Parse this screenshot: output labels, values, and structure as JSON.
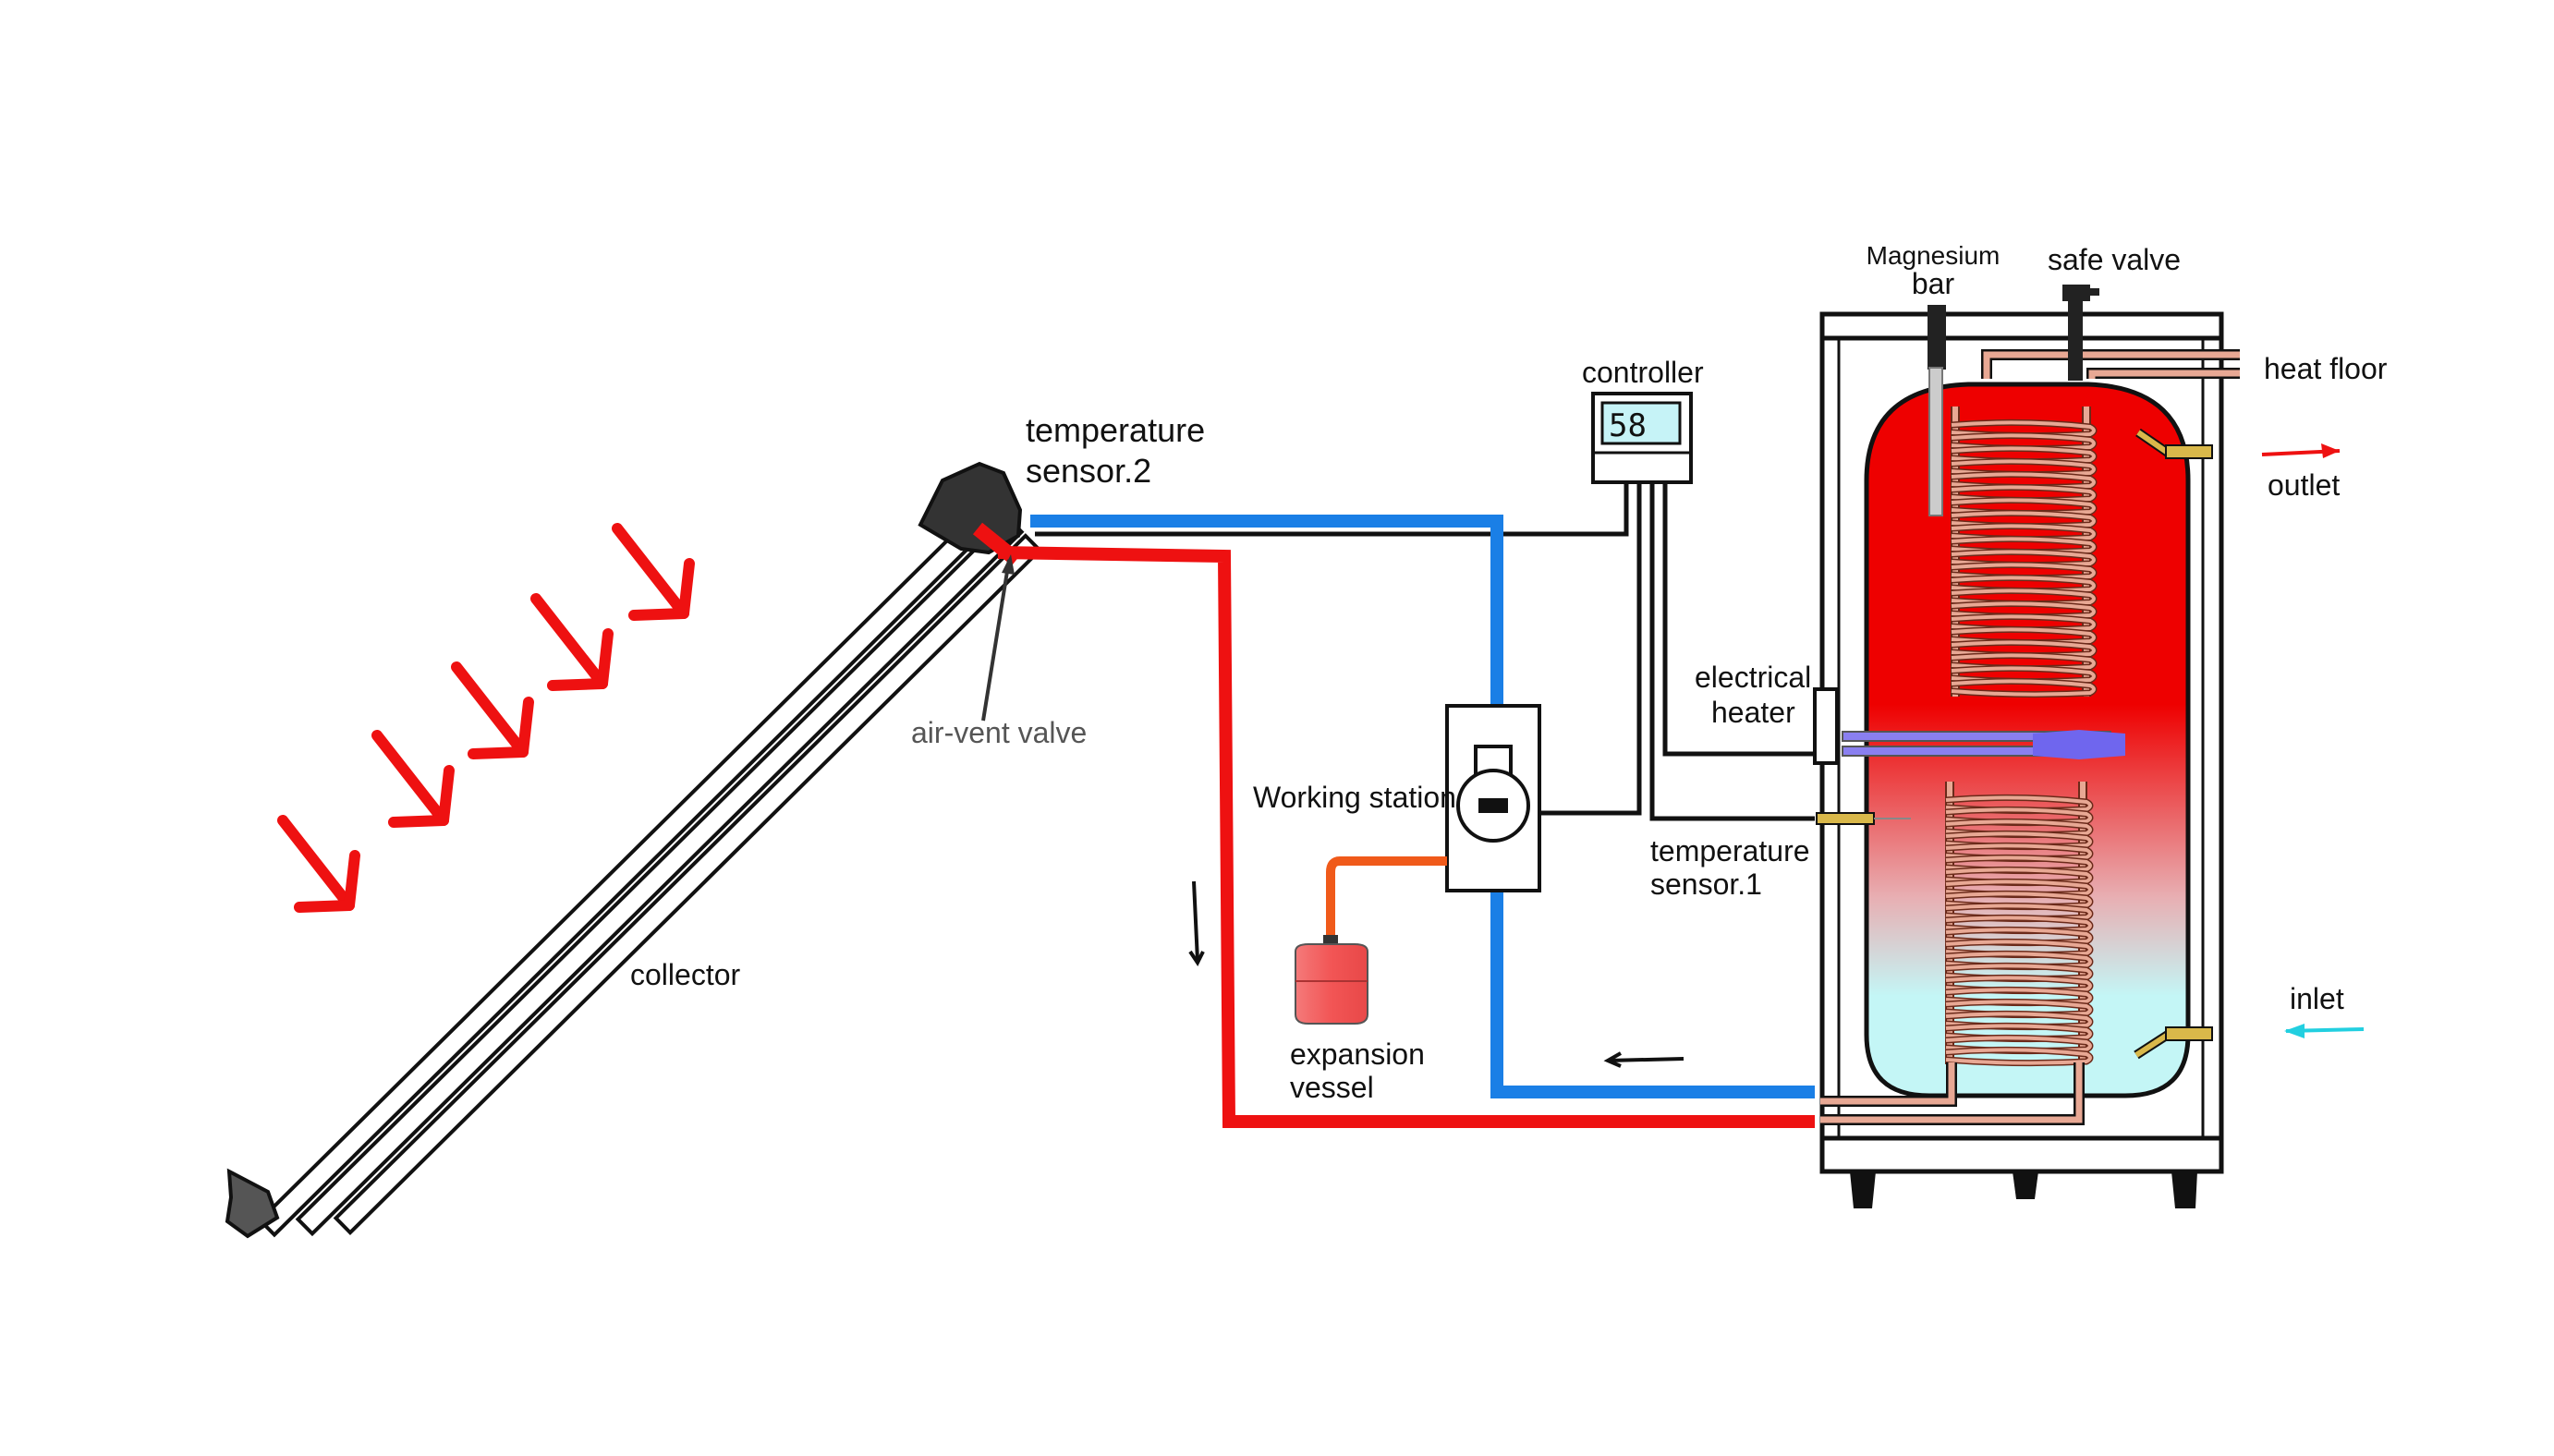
{
  "diagram": {
    "labels": {
      "magnesium_line1": "Magnesium",
      "magnesium_line2": "bar",
      "safe_valve": "safe valve",
      "heat_floor": "heat floor",
      "outlet": "outlet",
      "controller": "controller",
      "controller_display": "58",
      "temp_sensor2_line1": "temperature",
      "temp_sensor2_line2": "sensor.2",
      "air_vent_valve": "air-vent valve",
      "electrical_heater_line1": "electrical",
      "electrical_heater_line2": "heater",
      "working_station": "Working station",
      "temp_sensor1_line1": "temperature",
      "temp_sensor1_line2": "sensor.1",
      "inlet": "inlet",
      "collector": "collector",
      "expansion_line1": "expansion",
      "expansion_line2": "vessel"
    },
    "colors": {
      "hot_pipe": "#ee1111",
      "cold_pipe": "#1a7fe6",
      "tank_hot": "#ee0000",
      "tank_cold": "#c4f6f6",
      "coil": "#e8a894",
      "heater": "#8a7ff0",
      "expansion_vessel": "#f06060",
      "expansion_pipe": "#f05a1a",
      "sun_arrow": "#ee1111",
      "outlet_arrow": "#ee1111",
      "inlet_arrow": "#22cfe0",
      "sensor_brass": "#d9b84a",
      "display_bg": "#c6f3f7"
    }
  }
}
